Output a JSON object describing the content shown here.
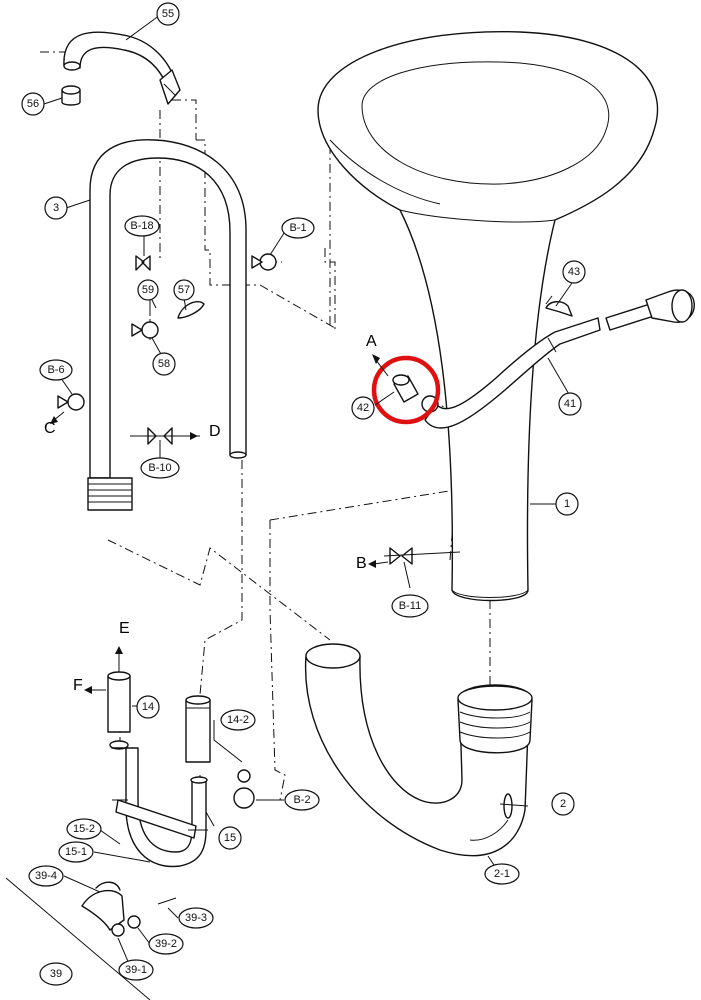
{
  "diagram": {
    "callouts": {
      "p55": "55",
      "p56": "56",
      "p3": "3",
      "pB18": "B-18",
      "pB1": "B-1",
      "p59": "59",
      "p57": "57",
      "p58": "58",
      "pB6": "B-6",
      "pB10": "B-10",
      "p43": "43",
      "p41": "41",
      "p42": "42",
      "p1": "1",
      "pB11": "B-11",
      "p14": "14",
      "p14_2": "14-2",
      "pB2": "B-2",
      "p15": "15",
      "p15_2": "15-2",
      "p15_1": "15-1",
      "p39_4": "39-4",
      "p39_3": "39-3",
      "p39_2": "39-2",
      "p39_1": "39-1",
      "p39": "39",
      "p2": "2",
      "p2_1": "2-1"
    },
    "directions": {
      "A": "A",
      "B": "B",
      "C": "C",
      "D": "D",
      "E": "E",
      "F": "F"
    },
    "highlight_color": "#e01010",
    "highlighted_part": "42"
  }
}
